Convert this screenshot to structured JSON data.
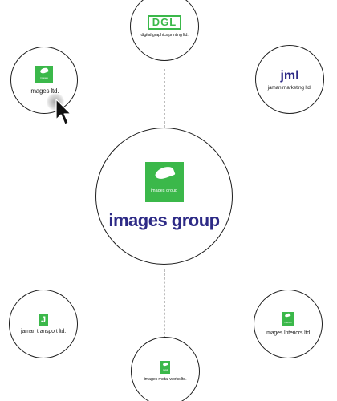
{
  "nodes": {
    "center": {
      "logo_mini_text": "images group",
      "label": "images group"
    },
    "dgl": {
      "logo_text": "DGL",
      "label": "digital graphics printing ltd."
    },
    "images_ltd": {
      "logo_mini_text": "images",
      "label": "images ltd."
    },
    "jml": {
      "logo_text": "jml",
      "label": "jaman marketing ltd."
    },
    "transport": {
      "logo_text": "J",
      "label": "jaman transport ltd."
    },
    "interiors": {
      "logo_mini_text": "interiors",
      "label": "Images Interiors ltd."
    },
    "metal": {
      "logo_mini_text": "metal",
      "label": "images metal works ltd."
    }
  },
  "icons": {
    "leaf": "leaf-icon",
    "cursor": "mouse-pointer-icon"
  },
  "colors": {
    "brand_green": "#3bb84a",
    "brand_navy": "#2d2a86",
    "outline": "#1e1e1e",
    "connector": "#bdbdbd"
  }
}
